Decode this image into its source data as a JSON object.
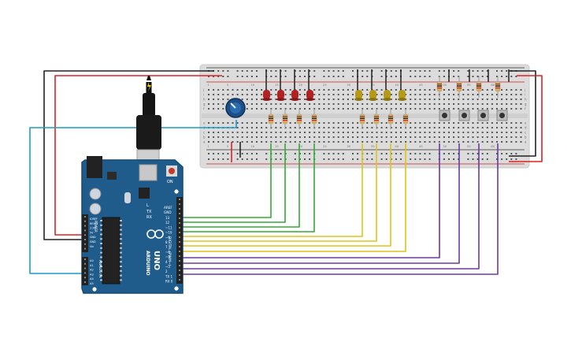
{
  "board": {
    "brand": "ARDUINO",
    "model": "UNO",
    "tx_label": "TX",
    "rx_label": "RX",
    "l_label": "L",
    "on_label": "ON",
    "digital_label": "DIGITAL (PWM~)",
    "analog_label": "ANALOG IN",
    "power_label": "POWER",
    "aref_label": "AREF",
    "gnd_label": "GND",
    "digital_pins": [
      "13",
      "12",
      "~11",
      "~10",
      "~9",
      "8",
      "7",
      "~6",
      "~5",
      "4",
      "~3",
      "2",
      "TX 1",
      "RX 0"
    ],
    "power_pins": [
      "IOREF",
      "RESET",
      "3.3V",
      "5V",
      "GND",
      "GND",
      "Vin"
    ],
    "analog_pins": [
      "A0",
      "A1",
      "A2",
      "A3",
      "A4",
      "A5"
    ]
  },
  "breadboard": {
    "row_letters_top": [
      "j",
      "i",
      "h",
      "g",
      "f"
    ],
    "row_letters_bottom": [
      "e",
      "d",
      "c",
      "b",
      "a"
    ],
    "column_numbers": [
      "1",
      "5",
      "10",
      "15",
      "20",
      "25",
      "30",
      "35",
      "40",
      "45",
      "50",
      "55",
      "60"
    ]
  },
  "colors": {
    "board_blue": "#1f5c8c",
    "red_led": "#b22222",
    "yellow_led": "#b59a1a",
    "wire_green": "#33aa33",
    "wire_yellow": "#e0c21a",
    "wire_purple": "#6a3aa0",
    "wire_blue": "#1a9cc9",
    "wire_red": "#dd2222",
    "wire_black": "#222222"
  }
}
